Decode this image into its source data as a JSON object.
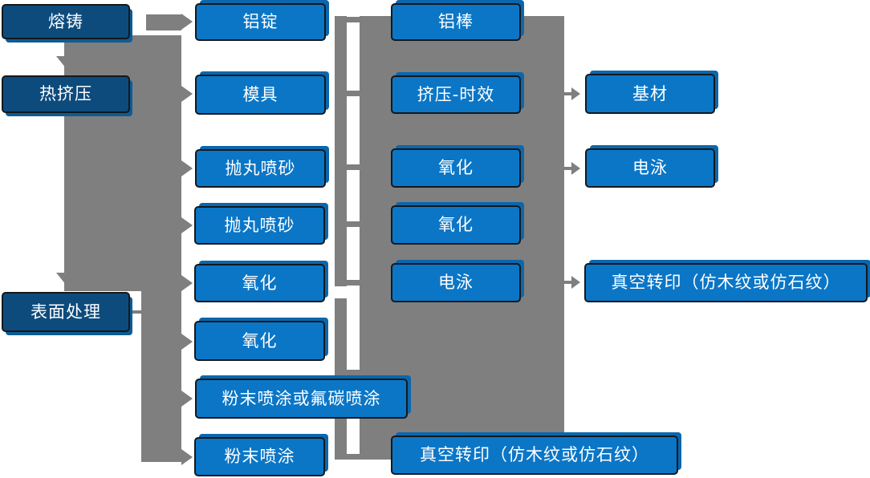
{
  "colors": {
    "dark_blue": "#0d4b7d",
    "bright_blue": "#0b76c6",
    "bright_blue_shadow": "#0a67ad",
    "dark_blue_shadow": "#0d5c94",
    "connector_gray": "#7f7f7f",
    "node_border": "#15181c",
    "text": "#ffffff",
    "background": "#ffffff"
  },
  "diagram": {
    "col1": {
      "nodes": [
        {
          "label": "熔铸"
        },
        {
          "label": "热挤压"
        },
        {
          "label": "表面处理"
        }
      ]
    },
    "col2": {
      "nodes": [
        {
          "label": "铝锭"
        },
        {
          "label": "模具"
        },
        {
          "label": "抛丸喷砂"
        },
        {
          "label": "抛丸喷砂"
        },
        {
          "label": "氧化"
        },
        {
          "label": "氧化"
        },
        {
          "label": "粉末喷涂或氟碳喷涂"
        },
        {
          "label": "粉末喷涂"
        }
      ]
    },
    "col3": {
      "nodes": [
        {
          "label": "铝棒"
        },
        {
          "label": "挤压-时效"
        },
        {
          "label": "氧化"
        },
        {
          "label": "氧化"
        },
        {
          "label": "电泳"
        },
        {
          "label": "真空转印（仿木纹或仿石纹）"
        }
      ]
    },
    "col4": {
      "nodes": [
        {
          "label": "基材"
        },
        {
          "label": "电泳"
        },
        {
          "label": "真空转印（仿木纹或仿石纹）"
        }
      ]
    }
  }
}
